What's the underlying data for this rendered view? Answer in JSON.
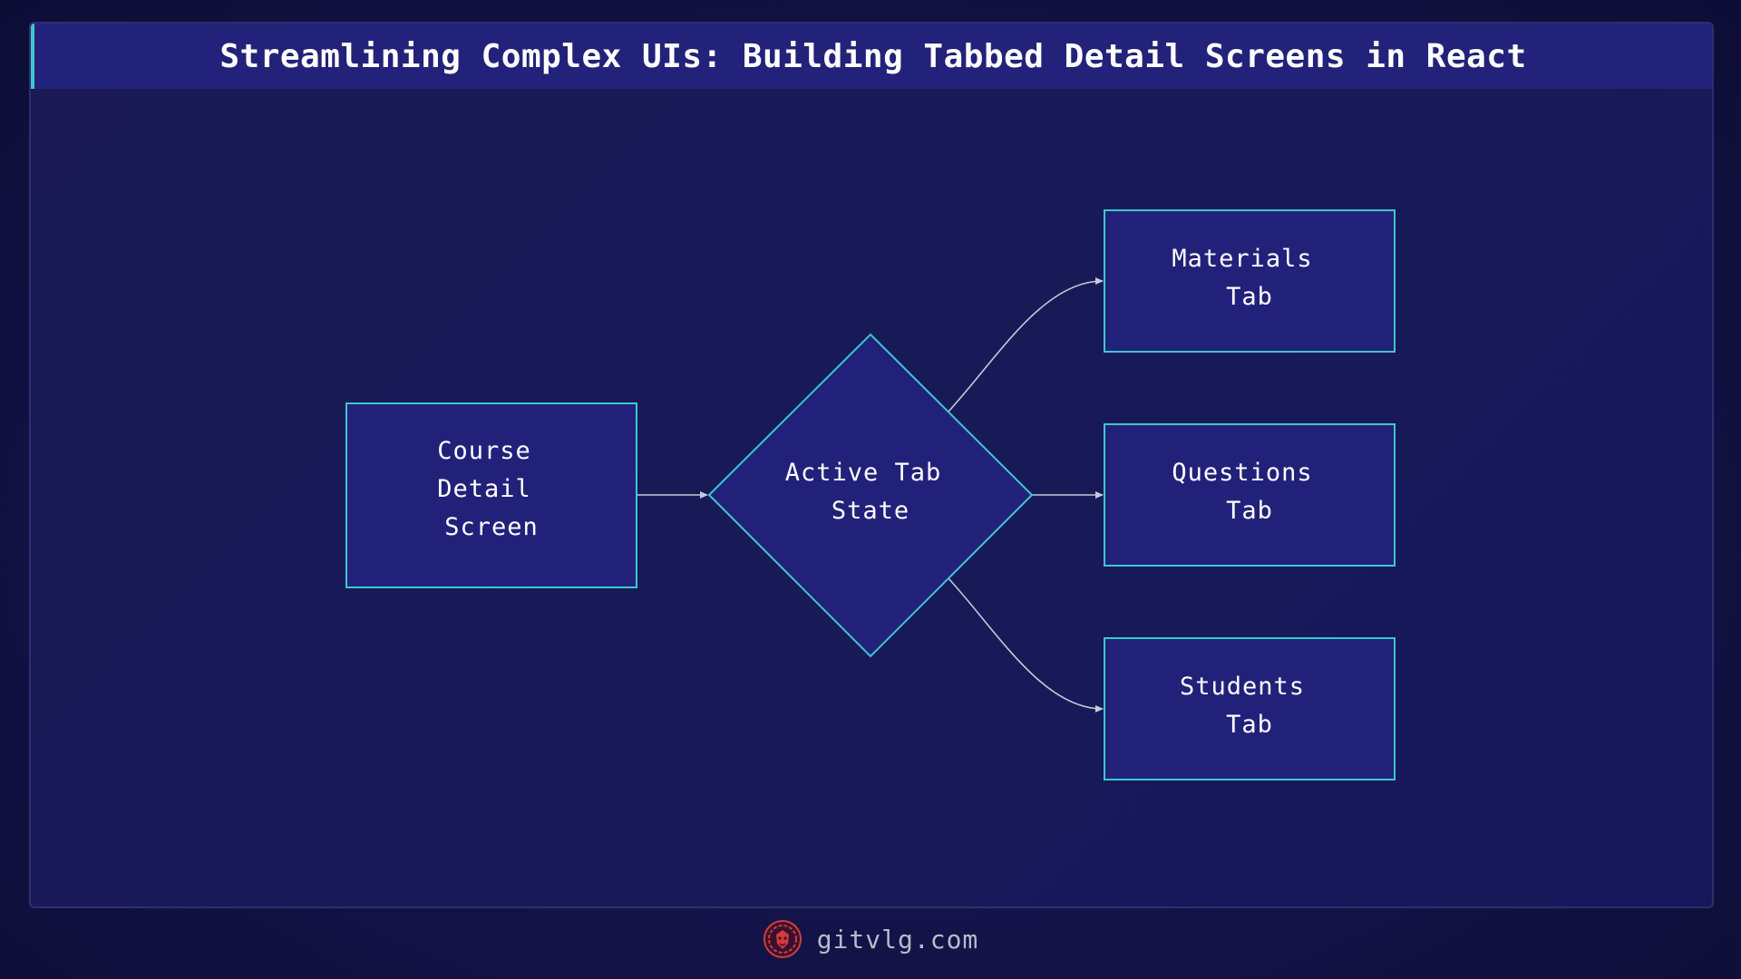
{
  "title": "Streamlining Complex UIs: Building Tabbed Detail Screens in React",
  "colors": {
    "background": "#121246",
    "title_bar": "#23227a",
    "node_fill": "#22217a",
    "node_border": "#3cc7d0",
    "edge": "#c8c8d8",
    "text": "#ffffff",
    "footer_text": "#b9bac9",
    "logo": "#d23c3c"
  },
  "diagram": {
    "nodes": [
      {
        "id": "course",
        "shape": "rect",
        "lines": [
          "Course",
          "Detail",
          "Screen"
        ]
      },
      {
        "id": "state",
        "shape": "diamond",
        "lines": [
          "Active Tab",
          "State"
        ]
      },
      {
        "id": "materials",
        "shape": "rect",
        "lines": [
          "Materials",
          "Tab"
        ]
      },
      {
        "id": "questions",
        "shape": "rect",
        "lines": [
          "Questions",
          "Tab"
        ]
      },
      {
        "id": "students",
        "shape": "rect",
        "lines": [
          "Students",
          "Tab"
        ]
      }
    ],
    "edges": [
      {
        "from": "course",
        "to": "state"
      },
      {
        "from": "state",
        "to": "materials"
      },
      {
        "from": "state",
        "to": "questions"
      },
      {
        "from": "state",
        "to": "students"
      }
    ]
  },
  "footer": {
    "logo_icon": "lion-logo-icon",
    "text": "gitvlg.com"
  }
}
